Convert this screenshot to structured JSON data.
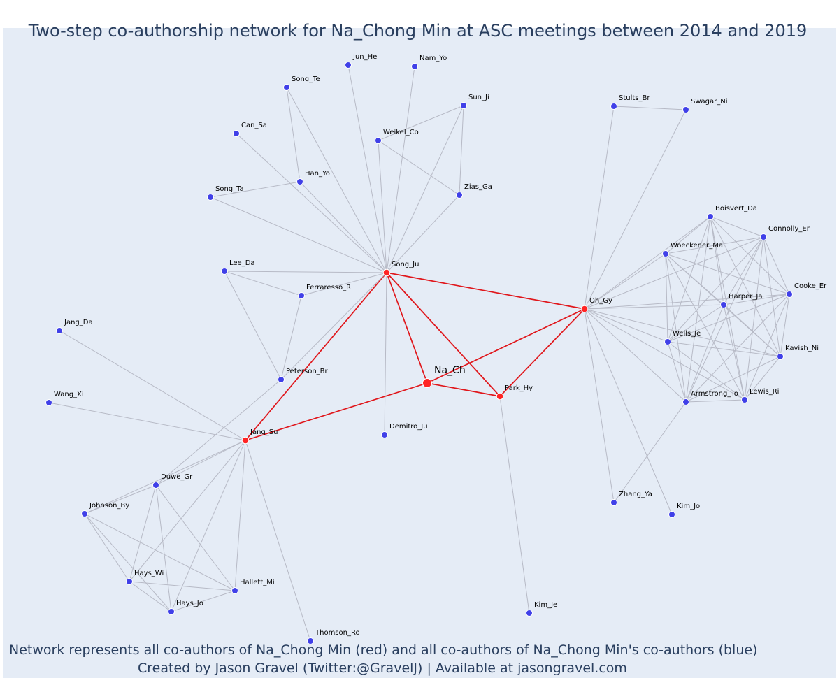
{
  "title": "Two-step co-authorship network for Na_Chong Min at ASC meetings between 2014 and 2019",
  "caption": {
    "line1": "Network represents all co-authors of Na_Chong Min (red) and all co-authors of Na_Chong Min's co-authors (blue)",
    "line2": "Created by Jason Gravel (Twitter:@GravelJ) | Available at jasongravel.com"
  },
  "colors": {
    "background": "#e5ecf6",
    "first_degree_node": "#ff2424",
    "second_degree_node": "#4040e8",
    "first_degree_edge": "#e0161b",
    "second_degree_edge": "#b7bac6",
    "text": "#2a3f5f"
  },
  "nodes": [
    {
      "id": "Na_Ch",
      "group": "center"
    },
    {
      "id": "Song_Ju",
      "group": "first"
    },
    {
      "id": "Oh_Gy",
      "group": "first"
    },
    {
      "id": "Park_Hy",
      "group": "first"
    },
    {
      "id": "Jang_Su",
      "group": "first"
    },
    {
      "id": "Jun_He",
      "group": "second"
    },
    {
      "id": "Nam_Yo",
      "group": "second"
    },
    {
      "id": "Song_Te",
      "group": "second"
    },
    {
      "id": "Sun_Ji",
      "group": "second"
    },
    {
      "id": "Weikel_Co",
      "group": "second"
    },
    {
      "id": "Can_Sa",
      "group": "second"
    },
    {
      "id": "Han_Yo",
      "group": "second"
    },
    {
      "id": "Song_Ta",
      "group": "second"
    },
    {
      "id": "Zias_Ga",
      "group": "second"
    },
    {
      "id": "Lee_Da",
      "group": "second"
    },
    {
      "id": "Ferraresso_Ri",
      "group": "second"
    },
    {
      "id": "Jang_Da",
      "group": "second"
    },
    {
      "id": "Peterson_Br",
      "group": "second"
    },
    {
      "id": "Wang_Xi",
      "group": "second"
    },
    {
      "id": "Demitro_Ju",
      "group": "second"
    },
    {
      "id": "Duwe_Gr",
      "group": "second"
    },
    {
      "id": "Johnson_By",
      "group": "second"
    },
    {
      "id": "Hays_Wi",
      "group": "second"
    },
    {
      "id": "Hallett_Mi",
      "group": "second"
    },
    {
      "id": "Hays_Jo",
      "group": "second"
    },
    {
      "id": "Thomson_Ro",
      "group": "second"
    },
    {
      "id": "Kim_Je",
      "group": "second"
    },
    {
      "id": "Stults_Br",
      "group": "second"
    },
    {
      "id": "Swagar_Ni",
      "group": "second"
    },
    {
      "id": "Boisvert_Da",
      "group": "second"
    },
    {
      "id": "Connolly_Er",
      "group": "second"
    },
    {
      "id": "Woeckener_Ma",
      "group": "second"
    },
    {
      "id": "Cooke_Er",
      "group": "second"
    },
    {
      "id": "Harper_Ja",
      "group": "second"
    },
    {
      "id": "Wells_Je",
      "group": "second"
    },
    {
      "id": "Kavish_Ni",
      "group": "second"
    },
    {
      "id": "Armstrong_To",
      "group": "second"
    },
    {
      "id": "Lewis_Ri",
      "group": "second"
    },
    {
      "id": "Zhang_Ya",
      "group": "second"
    },
    {
      "id": "Kim_Jo",
      "group": "second"
    }
  ],
  "edges": [
    [
      "Na_Ch",
      "Song_Ju"
    ],
    [
      "Na_Ch",
      "Oh_Gy"
    ],
    [
      "Na_Ch",
      "Park_Hy"
    ],
    [
      "Na_Ch",
      "Jang_Su"
    ],
    [
      "Song_Ju",
      "Oh_Gy"
    ],
    [
      "Song_Ju",
      "Park_Hy"
    ],
    [
      "Song_Ju",
      "Jang_Su"
    ],
    [
      "Oh_Gy",
      "Park_Hy"
    ],
    [
      "Song_Ju",
      "Jun_He"
    ],
    [
      "Song_Ju",
      "Nam_Yo"
    ],
    [
      "Song_Ju",
      "Song_Te"
    ],
    [
      "Song_Ju",
      "Sun_Ji"
    ],
    [
      "Song_Ju",
      "Weikel_Co"
    ],
    [
      "Song_Ju",
      "Can_Sa"
    ],
    [
      "Song_Ju",
      "Han_Yo"
    ],
    [
      "Song_Ju",
      "Song_Ta"
    ],
    [
      "Song_Ju",
      "Zias_Ga"
    ],
    [
      "Song_Ju",
      "Lee_Da"
    ],
    [
      "Song_Ju",
      "Ferraresso_Ri"
    ],
    [
      "Song_Ju",
      "Demitro_Ju"
    ],
    [
      "Song_Ju",
      "Peterson_Br"
    ],
    [
      "Song_Te",
      "Han_Yo"
    ],
    [
      "Song_Ta",
      "Han_Yo"
    ],
    [
      "Weikel_Co",
      "Sun_Ji"
    ],
    [
      "Weikel_Co",
      "Zias_Ga"
    ],
    [
      "Sun_Ji",
      "Zias_Ga"
    ],
    [
      "Lee_Da",
      "Ferraresso_Ri"
    ],
    [
      "Lee_Da",
      "Peterson_Br"
    ],
    [
      "Ferraresso_Ri",
      "Peterson_Br"
    ],
    [
      "Jang_Su",
      "Jang_Da"
    ],
    [
      "Jang_Su",
      "Wang_Xi"
    ],
    [
      "Jang_Su",
      "Duwe_Gr"
    ],
    [
      "Jang_Su",
      "Johnson_By"
    ],
    [
      "Jang_Su",
      "Hays_Wi"
    ],
    [
      "Jang_Su",
      "Hallett_Mi"
    ],
    [
      "Jang_Su",
      "Hays_Jo"
    ],
    [
      "Jang_Su",
      "Thomson_Ro"
    ],
    [
      "Peterson_Br",
      "Duwe_Gr"
    ],
    [
      "Duwe_Gr",
      "Johnson_By"
    ],
    [
      "Duwe_Gr",
      "Hays_Wi"
    ],
    [
      "Duwe_Gr",
      "Hallett_Mi"
    ],
    [
      "Duwe_Gr",
      "Hays_Jo"
    ],
    [
      "Johnson_By",
      "Hays_Wi"
    ],
    [
      "Johnson_By",
      "Hallett_Mi"
    ],
    [
      "Johnson_By",
      "Hays_Jo"
    ],
    [
      "Hays_Wi",
      "Hallett_Mi"
    ],
    [
      "Hays_Wi",
      "Hays_Jo"
    ],
    [
      "Hallett_Mi",
      "Hays_Jo"
    ],
    [
      "Park_Hy",
      "Kim_Je"
    ],
    [
      "Oh_Gy",
      "Stults_Br"
    ],
    [
      "Oh_Gy",
      "Swagar_Ni"
    ],
    [
      "Stults_Br",
      "Swagar_Ni"
    ],
    [
      "Oh_Gy",
      "Zhang_Ya"
    ],
    [
      "Oh_Gy",
      "Kim_Jo"
    ],
    [
      "Oh_Gy",
      "Boisvert_Da"
    ],
    [
      "Oh_Gy",
      "Connolly_Er"
    ],
    [
      "Oh_Gy",
      "Woeckener_Ma"
    ],
    [
      "Oh_Gy",
      "Cooke_Er"
    ],
    [
      "Oh_Gy",
      "Harper_Ja"
    ],
    [
      "Oh_Gy",
      "Wells_Je"
    ],
    [
      "Oh_Gy",
      "Kavish_Ni"
    ],
    [
      "Oh_Gy",
      "Armstrong_To"
    ],
    [
      "Oh_Gy",
      "Lewis_Ri"
    ],
    [
      "Armstrong_To",
      "Zhang_Ya"
    ],
    [
      "Boisvert_Da",
      "Connolly_Er"
    ],
    [
      "Boisvert_Da",
      "Woeckener_Ma"
    ],
    [
      "Boisvert_Da",
      "Cooke_Er"
    ],
    [
      "Boisvert_Da",
      "Harper_Ja"
    ],
    [
      "Boisvert_Da",
      "Wells_Je"
    ],
    [
      "Boisvert_Da",
      "Kavish_Ni"
    ],
    [
      "Boisvert_Da",
      "Armstrong_To"
    ],
    [
      "Boisvert_Da",
      "Lewis_Ri"
    ],
    [
      "Connolly_Er",
      "Woeckener_Ma"
    ],
    [
      "Connolly_Er",
      "Cooke_Er"
    ],
    [
      "Connolly_Er",
      "Harper_Ja"
    ],
    [
      "Connolly_Er",
      "Wells_Je"
    ],
    [
      "Connolly_Er",
      "Kavish_Ni"
    ],
    [
      "Connolly_Er",
      "Armstrong_To"
    ],
    [
      "Connolly_Er",
      "Lewis_Ri"
    ],
    [
      "Woeckener_Ma",
      "Cooke_Er"
    ],
    [
      "Woeckener_Ma",
      "Harper_Ja"
    ],
    [
      "Woeckener_Ma",
      "Wells_Je"
    ],
    [
      "Woeckener_Ma",
      "Kavish_Ni"
    ],
    [
      "Woeckener_Ma",
      "Armstrong_To"
    ],
    [
      "Woeckener_Ma",
      "Lewis_Ri"
    ],
    [
      "Cooke_Er",
      "Harper_Ja"
    ],
    [
      "Cooke_Er",
      "Wells_Je"
    ],
    [
      "Cooke_Er",
      "Kavish_Ni"
    ],
    [
      "Cooke_Er",
      "Armstrong_To"
    ],
    [
      "Cooke_Er",
      "Lewis_Ri"
    ],
    [
      "Harper_Ja",
      "Wells_Je"
    ],
    [
      "Harper_Ja",
      "Kavish_Ni"
    ],
    [
      "Harper_Ja",
      "Armstrong_To"
    ],
    [
      "Harper_Ja",
      "Lewis_Ri"
    ],
    [
      "Wells_Je",
      "Kavish_Ni"
    ],
    [
      "Wells_Je",
      "Armstrong_To"
    ],
    [
      "Wells_Je",
      "Lewis_Ri"
    ],
    [
      "Kavish_Ni",
      "Armstrong_To"
    ],
    [
      "Kavish_Ni",
      "Lewis_Ri"
    ],
    [
      "Armstrong_To",
      "Lewis_Ri"
    ]
  ]
}
